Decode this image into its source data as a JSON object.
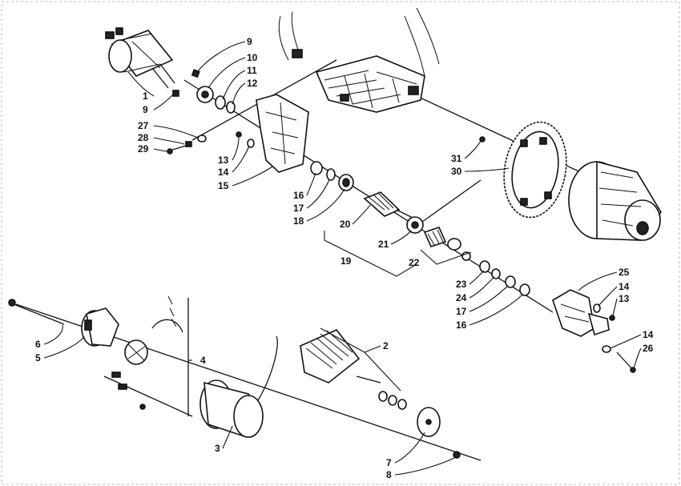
{
  "callouts": [
    {
      "id": "c9a",
      "text": "9"
    },
    {
      "id": "c10",
      "text": "10"
    },
    {
      "id": "c11",
      "text": "11"
    },
    {
      "id": "c12",
      "text": "12"
    },
    {
      "id": "c1",
      "text": "1"
    },
    {
      "id": "c9b",
      "text": "9"
    },
    {
      "id": "c27",
      "text": "27"
    },
    {
      "id": "c28",
      "text": "28"
    },
    {
      "id": "c29",
      "text": "29"
    },
    {
      "id": "c13a",
      "text": "13"
    },
    {
      "id": "c14a",
      "text": "14"
    },
    {
      "id": "c15",
      "text": "15"
    },
    {
      "id": "c16a",
      "text": "16"
    },
    {
      "id": "c17a",
      "text": "17"
    },
    {
      "id": "c18",
      "text": "18"
    },
    {
      "id": "c20",
      "text": "20"
    },
    {
      "id": "c21",
      "text": "21"
    },
    {
      "id": "c19",
      "text": "19"
    },
    {
      "id": "c22",
      "text": "22"
    },
    {
      "id": "c31",
      "text": "31"
    },
    {
      "id": "c30",
      "text": "30"
    },
    {
      "id": "c23",
      "text": "23"
    },
    {
      "id": "c24",
      "text": "24"
    },
    {
      "id": "c17b",
      "text": "17"
    },
    {
      "id": "c16b",
      "text": "16"
    },
    {
      "id": "c25",
      "text": "25"
    },
    {
      "id": "c14b",
      "text": "14"
    },
    {
      "id": "c13b",
      "text": "13"
    },
    {
      "id": "c14c",
      "text": "14"
    },
    {
      "id": "c26",
      "text": "26"
    },
    {
      "id": "c2",
      "text": "2"
    },
    {
      "id": "c6",
      "text": "6"
    },
    {
      "id": "c5",
      "text": "5"
    },
    {
      "id": "c4",
      "text": "4"
    },
    {
      "id": "c3",
      "text": "3"
    },
    {
      "id": "c7",
      "text": "7"
    },
    {
      "id": "c8",
      "text": "8"
    }
  ]
}
